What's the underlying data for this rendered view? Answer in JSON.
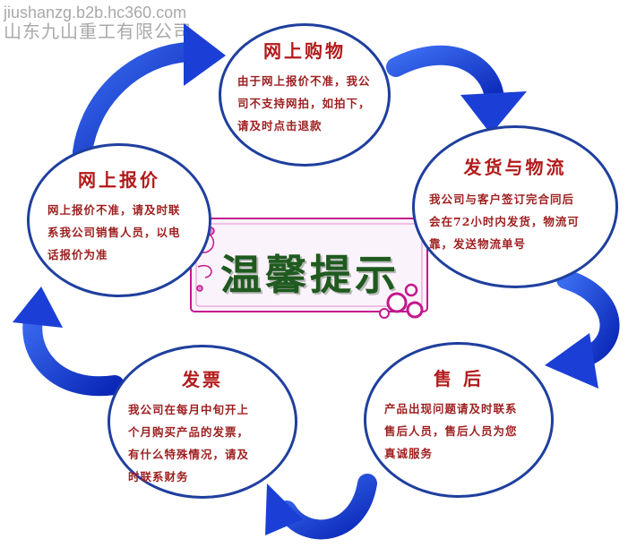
{
  "watermark": {
    "url": "jiushanzg.b2b.hc360.com",
    "company": "山东九山重工有限公司"
  },
  "center": {
    "text": "温馨提示"
  },
  "steps": {
    "shopping": {
      "title": "网上购物",
      "lines": [
        "由于网上报价不准，我公",
        "司不支持网拍，如拍下，",
        "请及时点击退款"
      ]
    },
    "shipping": {
      "title": "发货与物流",
      "lines": [
        "我公司与客户签订完合同后",
        "会在72小时内发货，物流可",
        "靠，发送物流单号"
      ]
    },
    "quote": {
      "title": "网上报价",
      "lines": [
        "网上报价不准，请及时联",
        "系我公司销售人员，以电",
        "话报价为准"
      ]
    },
    "invoice": {
      "title": "发票",
      "lines": [
        "我公司在每月中旬开上",
        "个月购买产品的发票，",
        "有什么特殊情况，请及",
        "时联系财务"
      ]
    },
    "after_sales": {
      "title": "售 后",
      "lines": [
        "产品出现问题请及时联系",
        "售后人员，售后人员为您",
        "真诚服务"
      ]
    }
  },
  "colors": {
    "circle_border": "#1f3f9e",
    "arrow": "#1b3fd6",
    "title_text": "#b31a1a",
    "body_text": "#9e1f1f",
    "banner_text": "#1f5a1f",
    "banner_frame": "#c2188d"
  }
}
